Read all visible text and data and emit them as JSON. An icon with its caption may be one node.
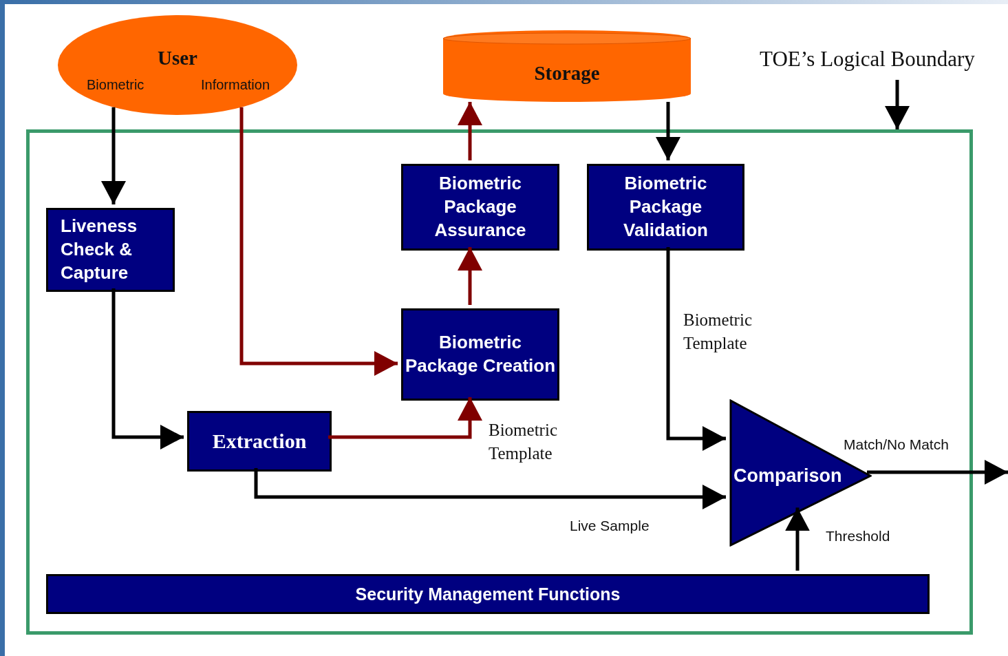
{
  "diagram": {
    "nodes": [
      {
        "text": [
          "User",
          "Biometric",
          "Information"
        ]
      },
      {
        "text": [
          "Storage"
        ]
      },
      {
        "text": [
          "TOE’s Logical Boundary"
        ]
      },
      {
        "text": [],
        "shape": "box"
      },
      {
        "text": [
          "Liveness Check & Capture"
        ],
        "in": 3
      },
      {
        "text": [
          "Biometric Package Assurance"
        ],
        "in": 3
      },
      {
        "text": [
          "Biometric Package Validation"
        ],
        "in": 3
      },
      {
        "text": [
          "Biometric Package Creation"
        ],
        "in": 3
      },
      {
        "text": [
          "Extraction"
        ],
        "in": 3
      },
      {
        "text": [
          "Comparison"
        ],
        "in": 3
      },
      {
        "text": [
          "Security Management Functions"
        ],
        "in": 3
      }
    ],
    "edges": [
      {
        "from": 0,
        "to": 4,
        "arrow": "to"
      },
      {
        "from": 0,
        "to": 7,
        "arrow": "to",
        "color": "#800000"
      },
      {
        "from": 7,
        "to": 5,
        "arrow": "to",
        "color": "#800000"
      },
      {
        "from": 5,
        "to": 1,
        "arrow": "to",
        "color": "#800000"
      },
      {
        "from": 1,
        "to": 6,
        "arrow": "to"
      },
      {
        "from": 2,
        "to": 3,
        "arrow": "to"
      },
      {
        "from": 4,
        "to": 8,
        "arrow": "to"
      },
      {
        "from": 8,
        "to": 7,
        "arrow": "to",
        "label": "Biometric Template",
        "color": "#800000"
      },
      {
        "from": 6,
        "to": 9,
        "arrow": "to",
        "label": "Biometric Template"
      },
      {
        "from": 8,
        "to": 9,
        "arrow": "to",
        "label": "Live Sample"
      },
      {
        "from": 10,
        "to": 9,
        "arrow": "to",
        "label": "Threshold"
      },
      {
        "from": 9,
        "to": null,
        "arrow": "to",
        "label": "Match/No Match"
      }
    ]
  }
}
